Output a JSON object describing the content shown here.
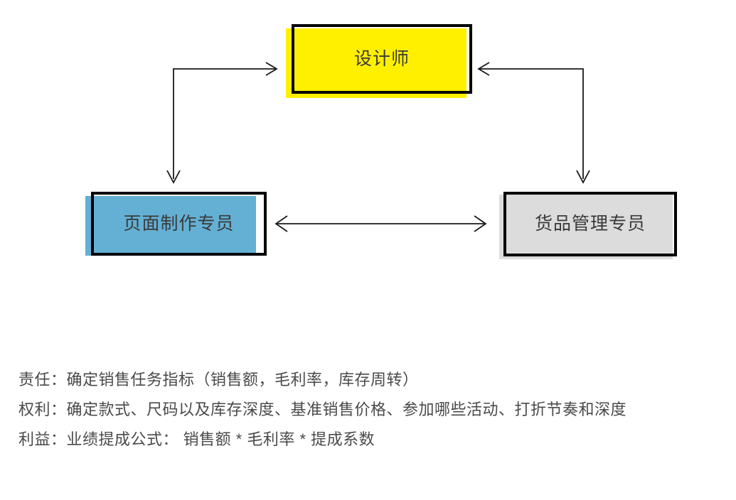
{
  "diagram": {
    "type": "flowchart",
    "title_text": "",
    "nodes": [
      {
        "id": "designer",
        "label": "设计师",
        "fill_color": "#FFF000",
        "border_color": "#000000",
        "text_color": "#3a3a3a"
      },
      {
        "id": "page-production-specialist",
        "label": "页面制作专员",
        "fill_color": "#63B0D4",
        "border_color": "#000000",
        "text_color": "#3a3a3a"
      },
      {
        "id": "goods-management-specialist",
        "label": "货品管理专员",
        "fill_color": "#DCDCDC",
        "border_color": "#000000",
        "text_color": "#3a3a3a"
      }
    ],
    "connectors": [
      {
        "id": "designer-to-page",
        "from": "designer",
        "to": "page-production-specialist",
        "style": "elbow",
        "arrowheads": "both-ends",
        "color": "#000000"
      },
      {
        "id": "designer-to-goods",
        "from": "designer",
        "to": "goods-management-specialist",
        "style": "elbow",
        "arrowheads": "both-ends",
        "color": "#000000"
      },
      {
        "id": "page-to-goods",
        "from": "page-production-specialist",
        "to": "goods-management-specialist",
        "style": "straight",
        "arrowheads": "both-ends",
        "color": "#000000"
      }
    ]
  },
  "notes": {
    "lines": [
      "责任：确定销售任务指标（销售额，毛利率，库存周转）",
      "权利：确定款式、尺码以及库存深度、基准销售价格、参加哪些活动、打折节奏和深度",
      "利益：业绩提成公式： 销售额 * 毛利率 * 提成系数"
    ],
    "text_color": "#4a4a4a"
  }
}
